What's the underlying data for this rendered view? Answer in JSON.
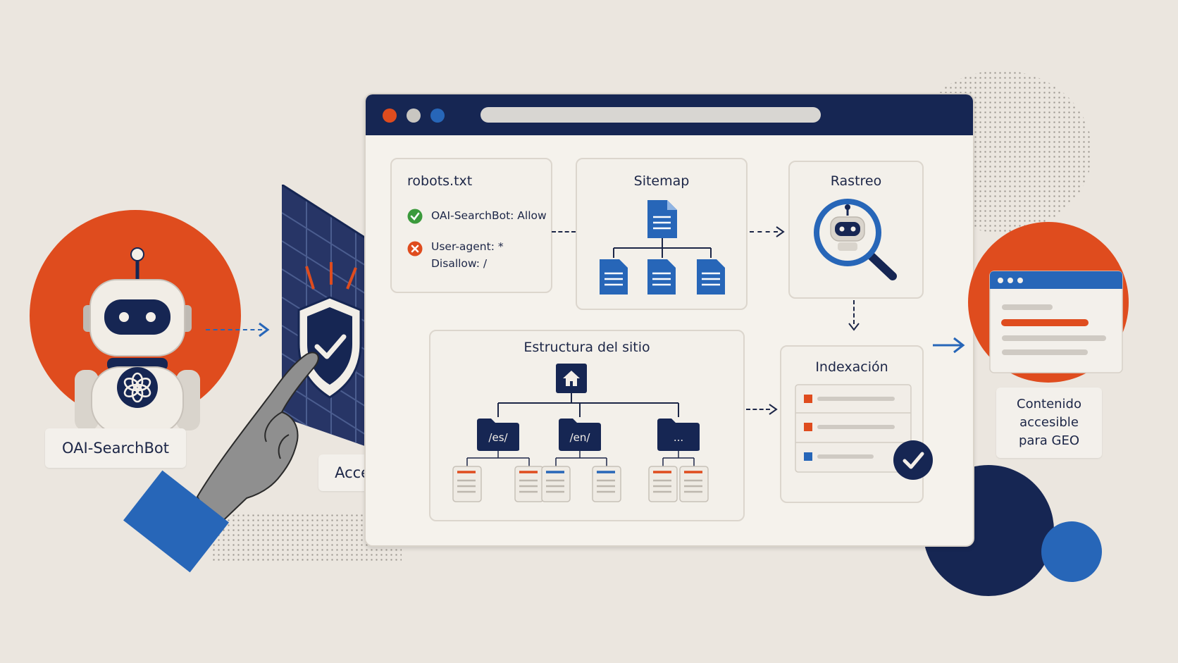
{
  "bot": {
    "label": "OAI-SearchBot"
  },
  "access": {
    "label": "Acceso"
  },
  "robots": {
    "title": "robots.txt",
    "allow_rule": "OAI-SearchBot: Allow",
    "block_rule_line1": "User-agent: *",
    "block_rule_line2": "Disallow: /"
  },
  "sitemap": {
    "title": "Sitemap"
  },
  "crawl": {
    "title": "Rastreo"
  },
  "structure": {
    "title": "Estructura del sitio",
    "folders": [
      "/es/",
      "/en/",
      "..."
    ]
  },
  "indexing": {
    "title": "Indexación"
  },
  "result": {
    "line1": "Contenido",
    "line2": "accesible",
    "line3": "para GEO"
  },
  "colors": {
    "navy": "#162653",
    "orange": "#df4c1e",
    "blue": "#2766b8",
    "paper": "#ebe6df",
    "green": "#3b9a3c"
  },
  "icons": [
    "robot-icon",
    "openai-logo-icon",
    "shield-check-icon",
    "document-icon",
    "magnifier-robot-icon",
    "home-icon",
    "folder-icon",
    "check-circle-icon",
    "error-circle-icon"
  ]
}
